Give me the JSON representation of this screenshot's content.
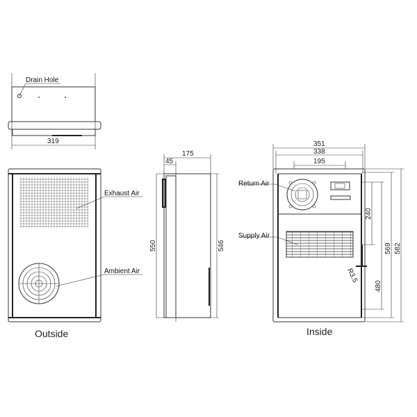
{
  "labels": {
    "drain_hole": "Drain Hole",
    "exhaust_air": "Exhaust Air",
    "ambient_air": "Ambient Air",
    "return_air": "Return Air",
    "supply_air": "Supply Air"
  },
  "captions": {
    "outside": "Outside",
    "inside": "Inside"
  },
  "dimensions": {
    "top_width": "319",
    "side_depth": "175",
    "side_front": "45",
    "side_height_outer": "550",
    "side_height_inner": "546",
    "inside_width_outer": "351",
    "inside_width_mid": "338",
    "inside_width_inner": "195",
    "inside_h240": "240",
    "inside_h480": "480",
    "inside_h569": "569",
    "inside_h582": "582",
    "radius": "R3.5"
  }
}
